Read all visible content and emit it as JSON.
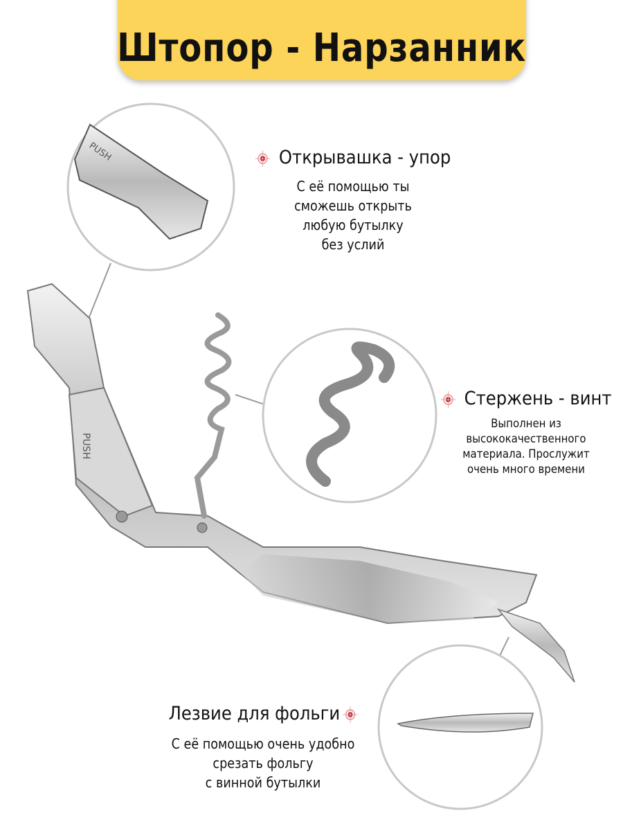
{
  "header": {
    "title": "Штопор - Нарзанник"
  },
  "colors": {
    "banner": "#fcd45a",
    "marker": "#c0282d"
  },
  "features": [
    {
      "title": "Открывашка - упор",
      "desc": [
        "С её помощью ты",
        "сможешь открыть",
        "любую бутылку",
        "без услий"
      ]
    },
    {
      "title": "Стержень - винт",
      "desc": [
        "Выполнен из",
        "высококачественного",
        "материала. Прослужит",
        "очень много времени"
      ]
    },
    {
      "title": "Лезвие для фольги",
      "desc": [
        "С её помощью очень удобно",
        "срезать фольгу",
        "с винной бутылки"
      ]
    }
  ],
  "image_labels": {
    "push": "PUSH"
  }
}
